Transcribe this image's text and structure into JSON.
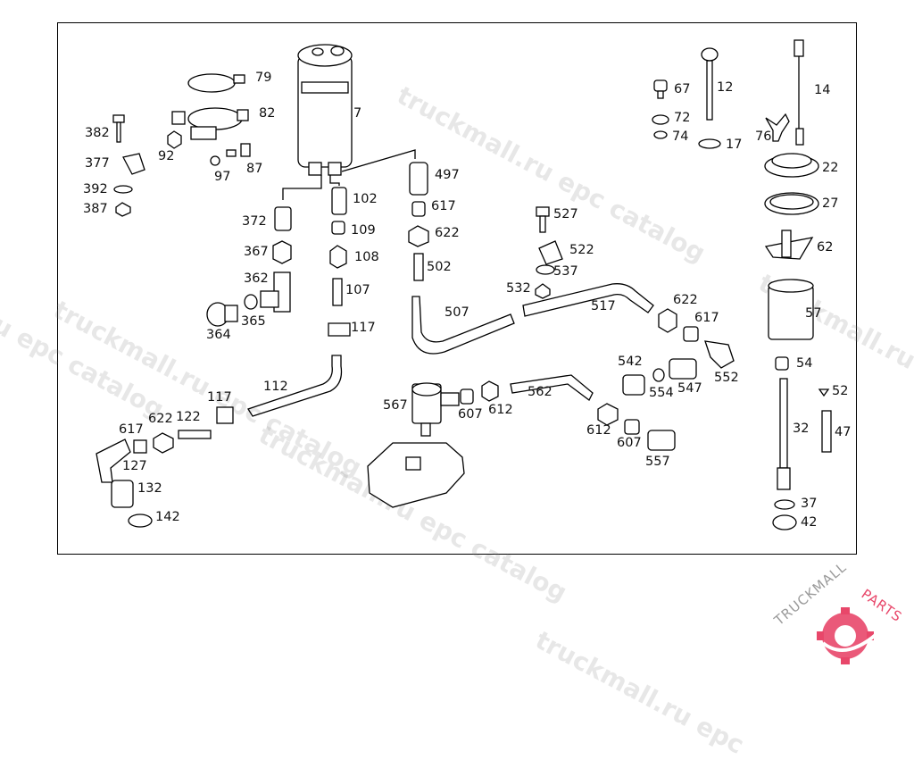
{
  "watermark": {
    "text": "truckmall.ru epc catalog",
    "lines": [
      "truckmall.ru epc catalog",
      "truckmall.ru epc catalog",
      "truckmall.ru epc catalog",
      "ru epc catalog",
      "truckmall.ru",
      "truckmall.ru epc"
    ]
  },
  "logo": {
    "text_a": "TRUCKMALL",
    "text_b": "PARTS",
    "color_a": "#9a9a9a",
    "color_b": "#e8476a"
  },
  "parts": [
    "7",
    "79",
    "82",
    "382",
    "92",
    "87",
    "97",
    "377",
    "392",
    "387",
    "497",
    "617",
    "622",
    "502",
    "102",
    "109",
    "108",
    "107",
    "117",
    "372",
    "367",
    "362",
    "364",
    "365",
    "112",
    "117",
    "617",
    "622",
    "122",
    "127",
    "132",
    "142",
    "507",
    "517",
    "527",
    "522",
    "537",
    "532",
    "622",
    "617",
    "552",
    "542",
    "554",
    "547",
    "567",
    "607",
    "612",
    "562",
    "612",
    "607",
    "557",
    "67",
    "12",
    "72",
    "74",
    "17",
    "14",
    "76",
    "22",
    "27",
    "62",
    "57",
    "54",
    "52",
    "32",
    "47",
    "37",
    "42"
  ]
}
